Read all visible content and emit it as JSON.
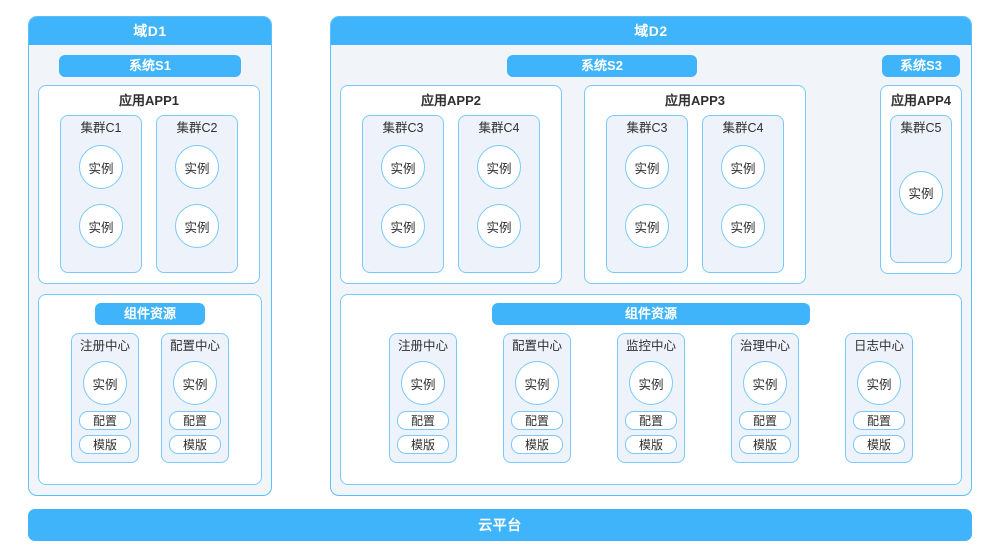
{
  "platform": {
    "label": "云平台"
  },
  "common": {
    "instance_label": "实例",
    "resources_label": "组件资源",
    "config_chip": "配置",
    "template_chip": "模版"
  },
  "colors": {
    "accent_blue": "#3fb4fa",
    "border_blue": "#79cafc",
    "panel_bg": "#f1f5fa",
    "cluster_bg": "#eef3fb",
    "box_bg": "#ffffff"
  },
  "domains": [
    {
      "name": "域D1",
      "systems": [
        {
          "name": "系统S1",
          "apps": [
            {
              "name": "应用APP1",
              "clusters": [
                {
                  "name": "集群C1",
                  "instances": [
                    "实例",
                    "实例"
                  ]
                },
                {
                  "name": "集群C2",
                  "instances": [
                    "实例",
                    "实例"
                  ]
                }
              ]
            }
          ]
        }
      ],
      "resources": {
        "title": "组件资源",
        "centers": [
          {
            "name": "注册中心",
            "instance": "实例",
            "chips": [
              "配置",
              "模版"
            ]
          },
          {
            "name": "配置中心",
            "instance": "实例",
            "chips": [
              "配置",
              "模版"
            ]
          }
        ]
      }
    },
    {
      "name": "域D2",
      "systems": [
        {
          "name": "系统S2",
          "apps": [
            {
              "name": "应用APP2",
              "clusters": [
                {
                  "name": "集群C3",
                  "instances": [
                    "实例",
                    "实例"
                  ]
                },
                {
                  "name": "集群C4",
                  "instances": [
                    "实例",
                    "实例"
                  ]
                }
              ]
            },
            {
              "name": "应用APP3",
              "clusters": [
                {
                  "name": "集群C3",
                  "instances": [
                    "实例",
                    "实例"
                  ]
                },
                {
                  "name": "集群C4",
                  "instances": [
                    "实例",
                    "实例"
                  ]
                }
              ]
            }
          ]
        },
        {
          "name": "系统S3",
          "apps": [
            {
              "name": "应用APP4",
              "clusters": [
                {
                  "name": "集群C5",
                  "instances": [
                    "实例"
                  ]
                }
              ]
            }
          ]
        }
      ],
      "resources": {
        "title": "组件资源",
        "centers": [
          {
            "name": "注册中心",
            "instance": "实例",
            "chips": [
              "配置",
              "模版"
            ]
          },
          {
            "name": "配置中心",
            "instance": "实例",
            "chips": [
              "配置",
              "模版"
            ]
          },
          {
            "name": "监控中心",
            "instance": "实例",
            "chips": [
              "配置",
              "模版"
            ]
          },
          {
            "name": "治理中心",
            "instance": "实例",
            "chips": [
              "配置",
              "模版"
            ]
          },
          {
            "name": "日志中心",
            "instance": "实例",
            "chips": [
              "配置",
              "模版"
            ]
          }
        ]
      }
    }
  ]
}
